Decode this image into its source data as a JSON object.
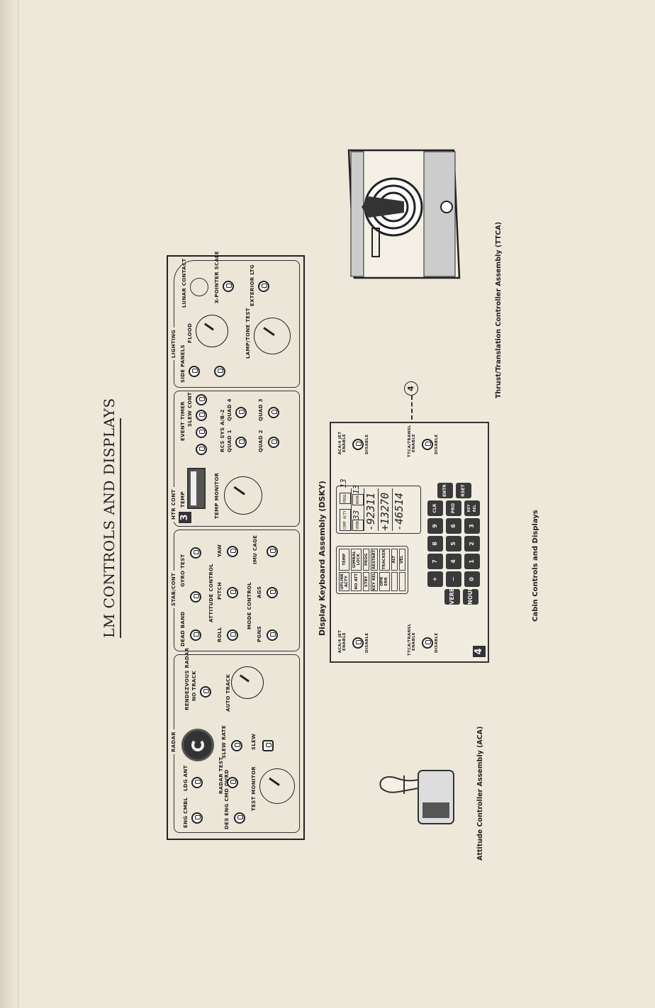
{
  "page_title": "LM CONTROLS AND DISPLAYS",
  "panel3": {
    "badge": "3",
    "radar": {
      "title": "RADAR",
      "eng_cmbl": "ENG CMBL",
      "des_eng": "DES ENG CMD OVRD",
      "ldg_ant": "LDG ANT",
      "radar_test": "RADAR TEST",
      "test_monitor": "TEST MONITOR",
      "slew_rate": "SLEW RATE",
      "slew": "SLEW",
      "rendezvous": "RENDEZVOUS RADAR",
      "no_track": "NO TRACK",
      "auto_track": "AUTO TRACK"
    },
    "stab": {
      "title": "STAB/CONT",
      "dead_band": "DEAD BAND",
      "gyro_test": "GYRO TEST",
      "attitude_control": "ATTITUDE CONTROL",
      "roll": "ROLL",
      "pitch": "PITCH",
      "yaw": "YAW",
      "mode_control": "MODE CONTROL",
      "pgns": "PGNS",
      "ags": "AGS",
      "imu_cage": "IMU CAGE"
    },
    "htr": {
      "htr_cont": "HTR CONT",
      "temp": "TEMP",
      "temp_monitor": "TEMP MONITOR",
      "event_timer": "EVENT TIMER",
      "slew_cont": "SLEW CONT",
      "rcs": "RCS SYS A/B-2",
      "quad1": "QUAD 1",
      "quad2": "QUAD 2",
      "quad3": "QUAD 3",
      "quad4": "QUAD 4"
    },
    "lighting": {
      "title": "LIGHTING",
      "side_panels": "SIDE PANELS",
      "flood": "FLOOD",
      "lamp_tone_test": "LAMP/TONE TEST",
      "lunar_contact": "LUNAR CONTACT",
      "x_pointer_scale": "X-POINTER SCALE",
      "exterior_ltg": "EXTERIOR LTG"
    }
  },
  "dsky": {
    "caption": "Display Keyboard Assembly (DSKY)",
    "badge": "4",
    "aca_enable": "ACA/4 JET ENABLE",
    "ttca_enable": "TTCA/TRANSL ENABLE",
    "disable": "DISABLE",
    "status_lights": [
      "UPLINK ACTY",
      "TEMP",
      "NO ATT",
      "GIMBAL LOCK",
      "STBY",
      "PROG",
      "KEY REL",
      "RESTART",
      "OPR ERR",
      "TRACKER",
      "",
      "ALT",
      "",
      "VEL"
    ],
    "display": {
      "comp_acty": "COMP ACTY",
      "prog_label": "PROG",
      "verb_label": "VERB",
      "noun_label": "NOUN",
      "prog": "13",
      "verb": "33",
      "noun": "13",
      "r1": "-92311",
      "r2": "+13270",
      "r3": "-46514"
    },
    "keys": [
      [
        "VERB",
        "+",
        "7",
        "8",
        "9",
        "CLR"
      ],
      [
        "NOUN",
        "−",
        "4",
        "5",
        "6",
        "PRO",
        "ENTR"
      ],
      [
        "",
        "0",
        "1",
        "2",
        "3",
        "KEY REL",
        "RSET"
      ]
    ]
  },
  "callout": "4",
  "captions": {
    "aca": "Attitude Controller Assembly (ACA)",
    "ttca": "Thrust/Translation Controller Assembly (TTCA)",
    "cabin": "Cabin Controls and Displays"
  }
}
